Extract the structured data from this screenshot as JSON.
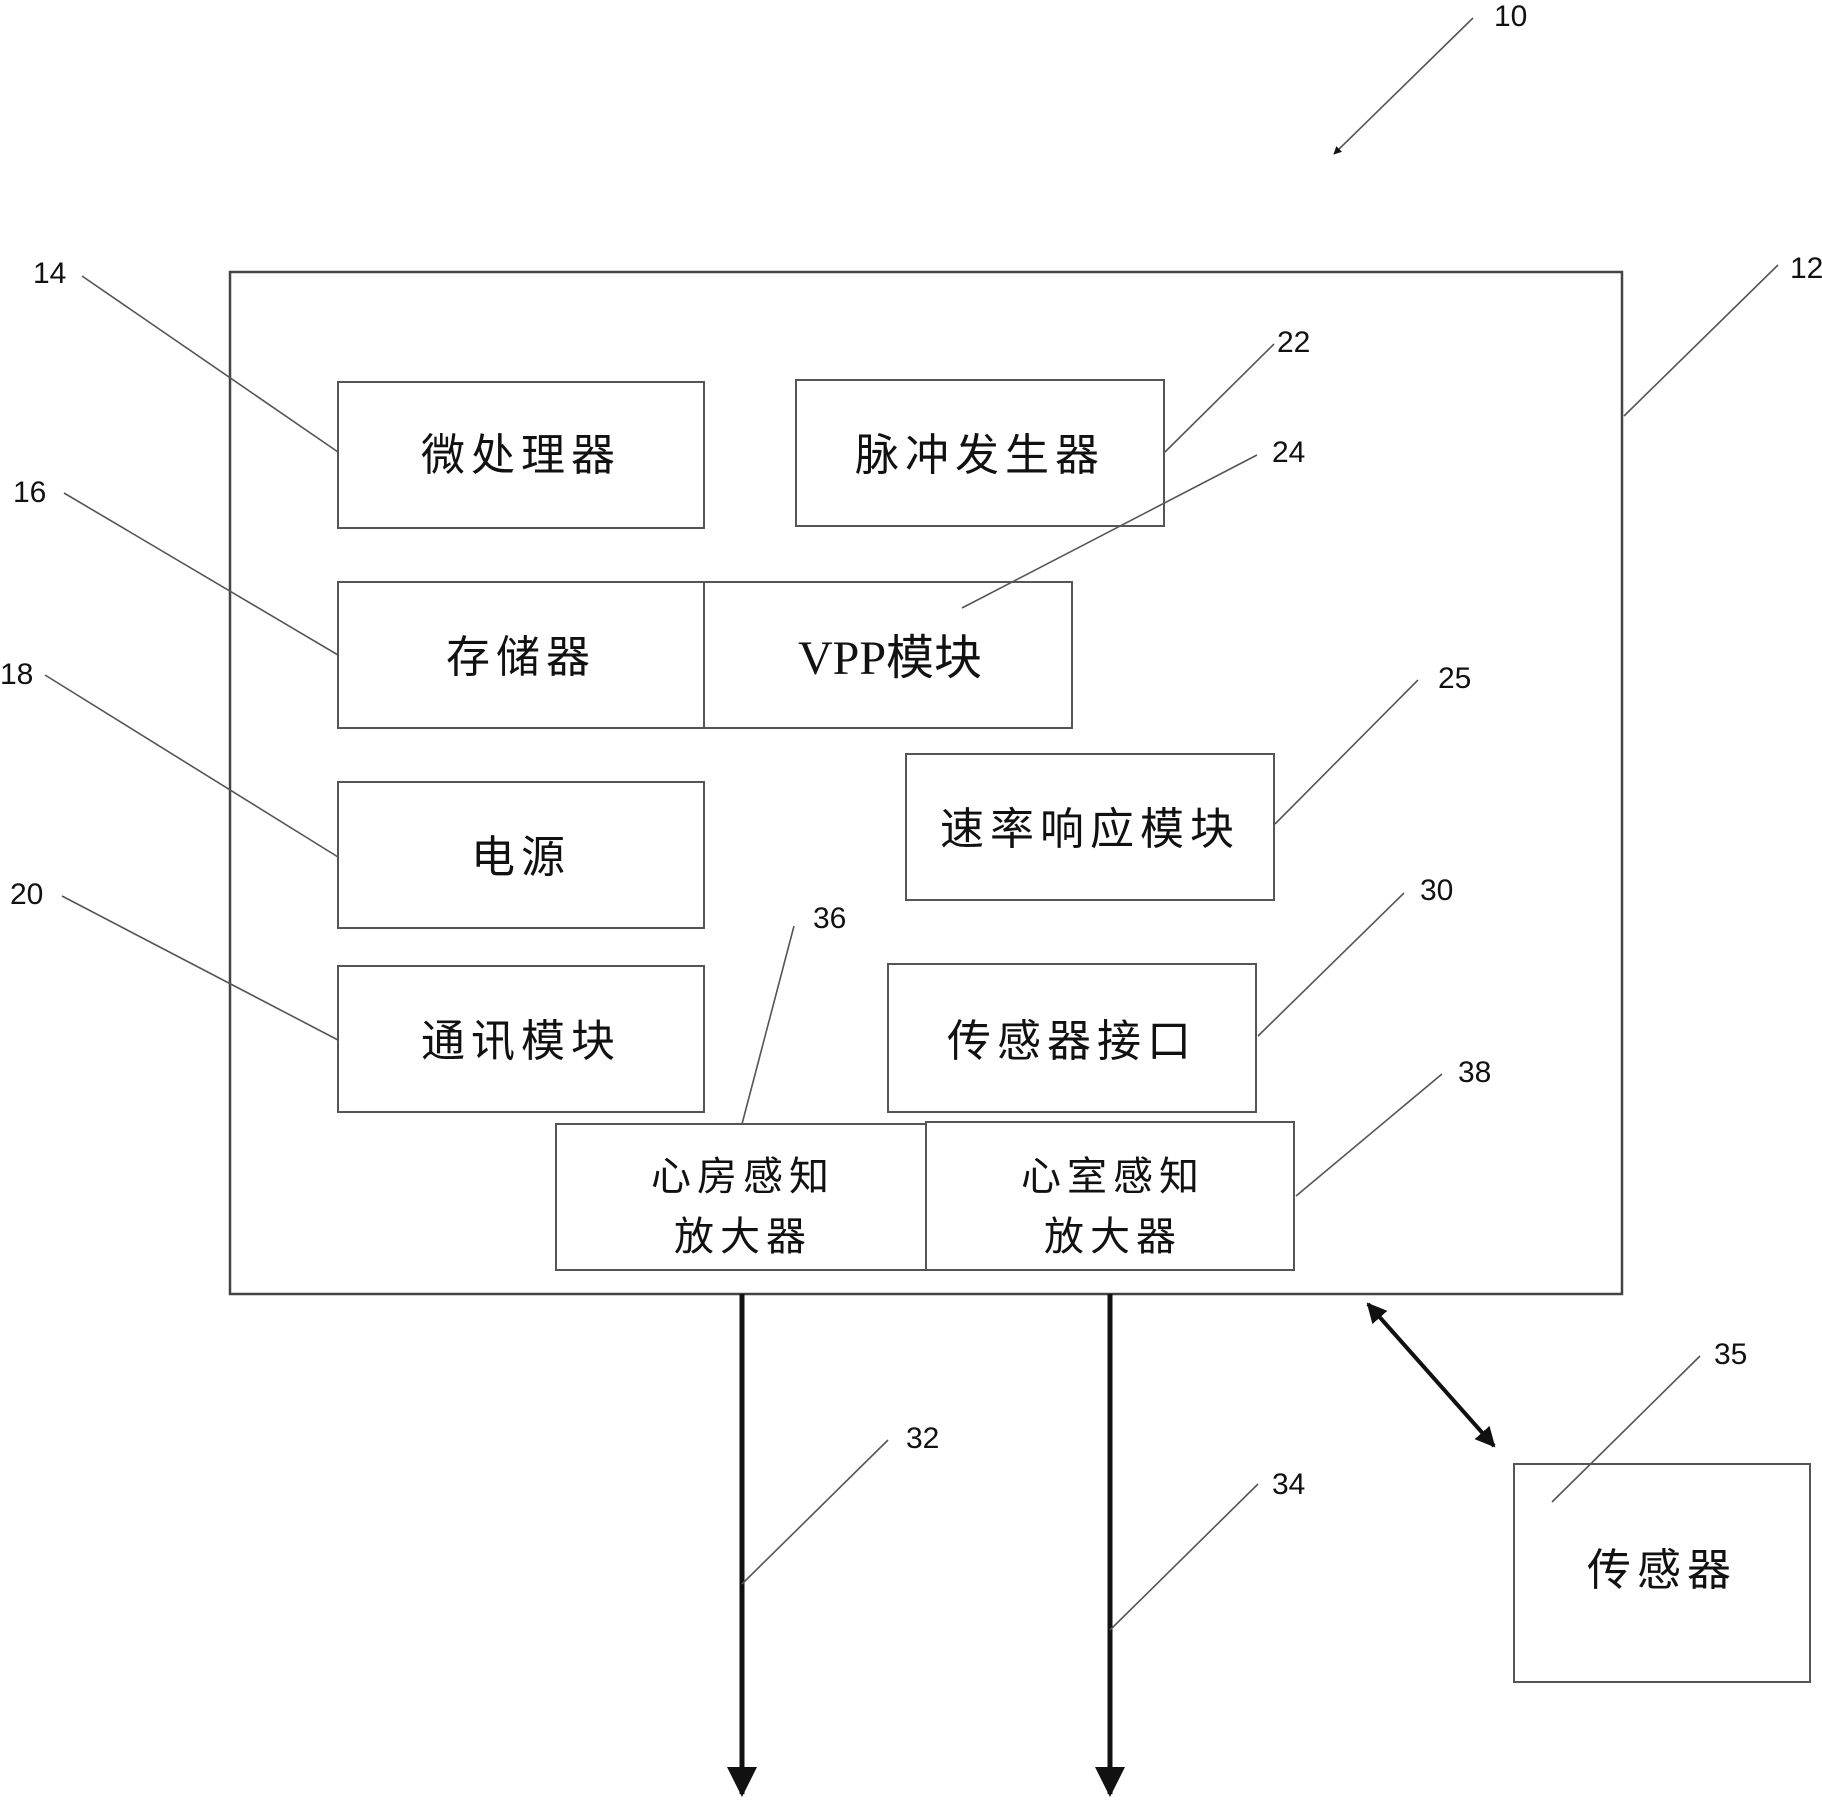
{
  "figure_label": "10",
  "device": {
    "ref": "12"
  },
  "blocks": {
    "microprocessor": {
      "label": "微处理器",
      "ref": "14"
    },
    "pulse_generator": {
      "label": "脉冲发生器",
      "ref": "22"
    },
    "memory": {
      "label": "存储器",
      "ref": "16"
    },
    "vpp_module": {
      "label": "VPP模块",
      "ref": "24"
    },
    "power": {
      "label": "电源",
      "ref": "18"
    },
    "rate_response": {
      "label": "速率响应模块",
      "ref": "25"
    },
    "comm_module": {
      "label": "通讯模块",
      "ref": "20"
    },
    "sensor_interface": {
      "label": "传感器接口",
      "ref": "30"
    },
    "atrial_amp": {
      "line1": "心房感知",
      "line2": "放大器",
      "ref": "36"
    },
    "ventricular_amp": {
      "line1": "心室感知",
      "line2": "放大器",
      "ref": "38"
    }
  },
  "sensor": {
    "label": "传感器",
    "ref": "35"
  },
  "leads": {
    "atrial_ref": "32",
    "ventricular_ref": "34"
  }
}
